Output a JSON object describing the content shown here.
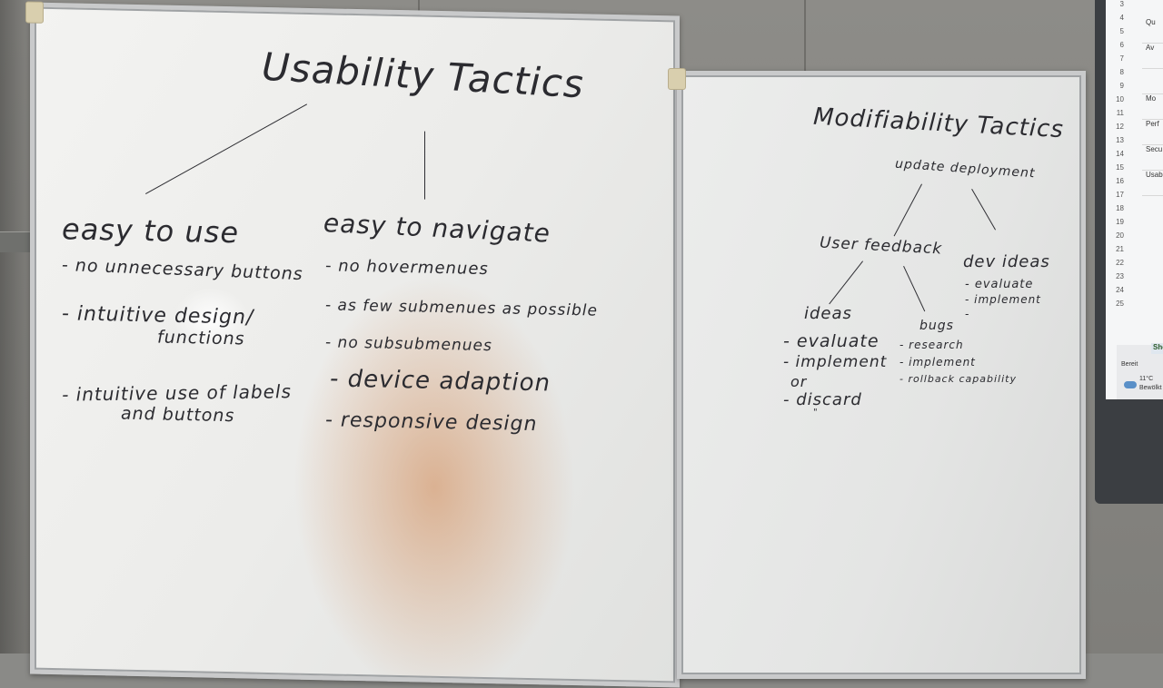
{
  "left_board": {
    "title": "Usability Tactics",
    "col1": {
      "heading": "easy to use",
      "items": [
        "- no unnecessary buttons",
        "- intuitive design/",
        "functions",
        "- intuitive use of labels",
        "and buttons"
      ]
    },
    "col2": {
      "heading": "easy to navigate",
      "items": [
        "- no hovermenues",
        "- as few submenues as possible",
        "- no subsubmenues",
        "- device adaption",
        "- responsive design"
      ]
    }
  },
  "right_board": {
    "title": "Modifiability Tactics",
    "root": "update deployment",
    "user_feedback": "User feedback",
    "dev_ideas": {
      "heading": "dev ideas",
      "items": [
        "- evaluate",
        "- implement",
        "-"
      ]
    },
    "ideas": {
      "heading": "ideas",
      "items": [
        "- evaluate",
        "- implement",
        "or",
        "- discard",
        "\""
      ]
    },
    "bugs": {
      "heading": "bugs",
      "items": [
        "- research",
        "- implement",
        "- rollback capability"
      ]
    }
  },
  "monitor": {
    "row_numbers": [
      "3",
      "4",
      "5",
      "6",
      "7",
      "8",
      "9",
      "10",
      "11",
      "12",
      "13",
      "14",
      "15",
      "16",
      "17",
      "18",
      "19",
      "20",
      "21",
      "22",
      "23",
      "24",
      "25"
    ],
    "cells": [
      "Qu",
      "Av",
      "",
      "Mo",
      "Perf",
      "Secu",
      "Usab"
    ],
    "sheet_tab": "Shee",
    "status": "Bereit",
    "weather_temp": "11°C",
    "weather_desc": "Bewölkt"
  },
  "colors": {
    "marker": "#2b2b30",
    "board": "#ececea",
    "frame": "#c9cacb",
    "wall": "#8a8a87",
    "glare": "#d69f76"
  }
}
